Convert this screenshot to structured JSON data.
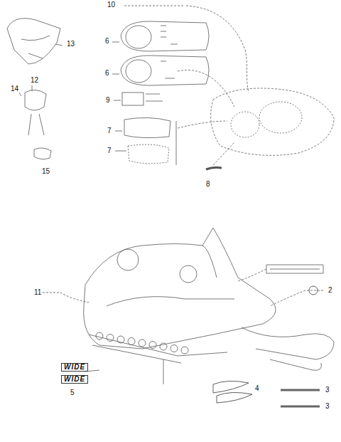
{
  "diagram": {
    "labels": [
      "10",
      "13",
      "12",
      "14",
      "6",
      "6",
      "9",
      "7",
      "7",
      "8",
      "15",
      "11",
      "2",
      "4",
      "3",
      "3",
      "5",
      "WIDE",
      "WIDE"
    ]
  }
}
